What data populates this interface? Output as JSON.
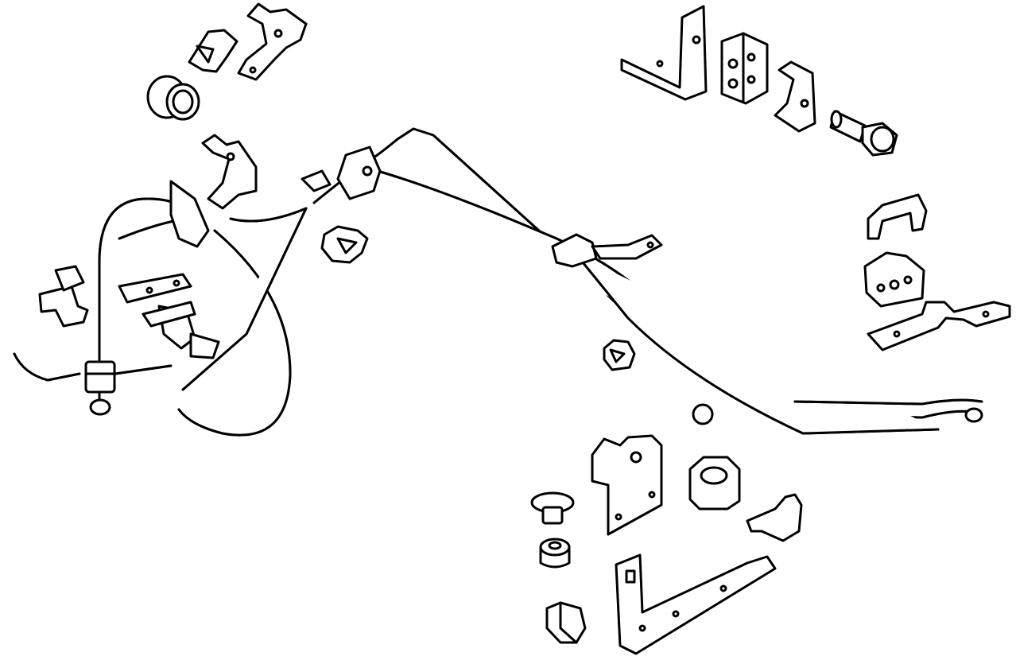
{
  "diagram": {
    "title": "",
    "parts": [
      {
        "id": "hose-assembly",
        "icon": "hose-assembly-icon"
      },
      {
        "id": "pressure-line",
        "icon": "pressure-line-icon"
      },
      {
        "id": "clip-top",
        "icon": "clip-icon"
      },
      {
        "id": "bracket-top",
        "icon": "bracket-icon"
      },
      {
        "id": "grommet-left",
        "icon": "grommet-icon"
      },
      {
        "id": "bracket-upper-right",
        "icon": "bracket-icon"
      },
      {
        "id": "clamp-block",
        "icon": "clamp-block-icon"
      },
      {
        "id": "bracket-small",
        "icon": "bracket-icon"
      },
      {
        "id": "bolt",
        "icon": "bolt-icon"
      },
      {
        "id": "clip-right",
        "icon": "clip-icon"
      },
      {
        "id": "clamp-right",
        "icon": "clamp-block-icon"
      },
      {
        "id": "bracket-long-right",
        "icon": "bracket-icon"
      },
      {
        "id": "clip-center",
        "icon": "clip-icon"
      },
      {
        "id": "clip-middle",
        "icon": "clip-icon"
      },
      {
        "id": "washer",
        "icon": "washer-icon"
      },
      {
        "id": "bracket-lower",
        "icon": "bracket-icon"
      },
      {
        "id": "insulator",
        "icon": "insulator-icon"
      },
      {
        "id": "clip-lower-right",
        "icon": "clip-icon"
      },
      {
        "id": "push-pin",
        "icon": "push-pin-icon"
      },
      {
        "id": "bushing",
        "icon": "bushing-icon"
      },
      {
        "id": "bracket-bottom",
        "icon": "bracket-icon"
      },
      {
        "id": "cap",
        "icon": "cap-icon"
      }
    ]
  }
}
